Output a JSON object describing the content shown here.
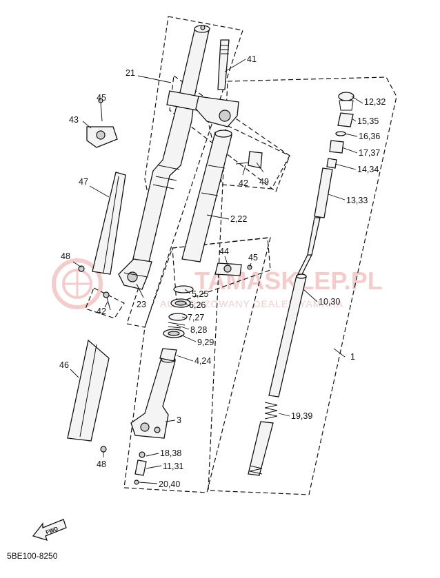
{
  "diagram_code": "5BE100-8250",
  "fwd_label": "FWD",
  "watermark": {
    "main": "TAMASKLEP.PL",
    "sub": "AUTORYZOWANY DEALER YAMAHA",
    "color": "#e8a0a0"
  },
  "callouts": [
    {
      "id": "21",
      "label": "21"
    },
    {
      "id": "41",
      "label": "41"
    },
    {
      "id": "45a",
      "label": "45"
    },
    {
      "id": "43",
      "label": "43"
    },
    {
      "id": "12",
      "label": "12,32"
    },
    {
      "id": "15",
      "label": "15,35"
    },
    {
      "id": "16",
      "label": "16,36"
    },
    {
      "id": "17",
      "label": "17,37"
    },
    {
      "id": "14",
      "label": "14,34"
    },
    {
      "id": "47",
      "label": "47"
    },
    {
      "id": "42a",
      "label": "42"
    },
    {
      "id": "49",
      "label": "49"
    },
    {
      "id": "13",
      "label": "13,33"
    },
    {
      "id": "2",
      "label": "2,22"
    },
    {
      "id": "44",
      "label": "44"
    },
    {
      "id": "45b",
      "label": "45"
    },
    {
      "id": "48a",
      "label": "48"
    },
    {
      "id": "42b",
      "label": "42"
    },
    {
      "id": "23",
      "label": "23"
    },
    {
      "id": "5",
      "label": "5,25"
    },
    {
      "id": "6",
      "label": "6,26"
    },
    {
      "id": "7",
      "label": "7,27"
    },
    {
      "id": "8",
      "label": "8,28"
    },
    {
      "id": "9",
      "label": "9,29"
    },
    {
      "id": "10",
      "label": "10,30"
    },
    {
      "id": "1",
      "label": "1"
    },
    {
      "id": "4",
      "label": "4,24"
    },
    {
      "id": "46",
      "label": "46"
    },
    {
      "id": "3",
      "label": "3"
    },
    {
      "id": "19",
      "label": "19,39"
    },
    {
      "id": "18",
      "label": "18,38"
    },
    {
      "id": "11",
      "label": "11,31"
    },
    {
      "id": "48b",
      "label": "48"
    },
    {
      "id": "20",
      "label": "20,40"
    }
  ]
}
